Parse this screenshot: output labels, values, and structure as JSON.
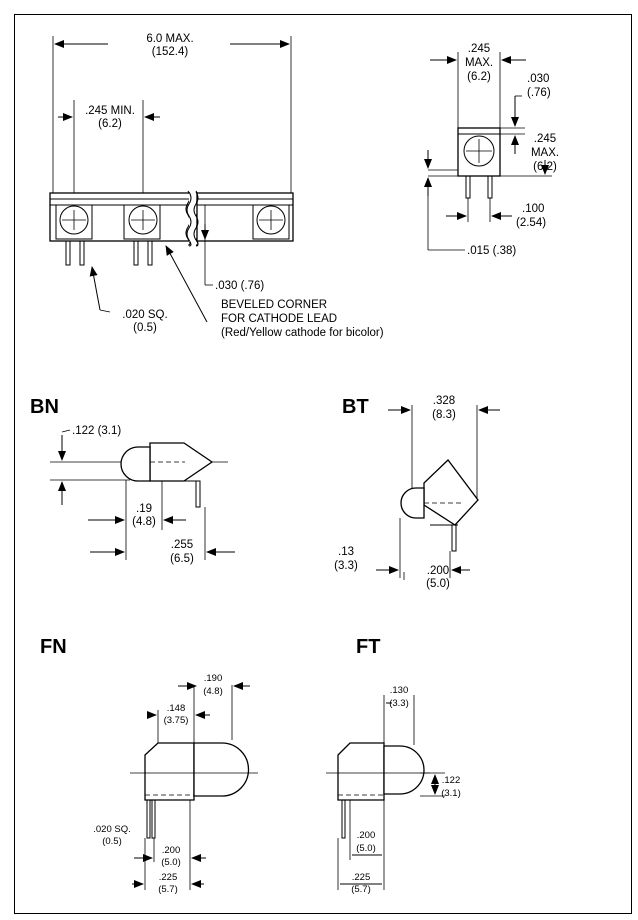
{
  "top_view": {
    "max_length": "6.0 MAX.",
    "max_length_mm": "(152.4)",
    "min_spacing": ".245 MIN.",
    "min_spacing_mm": "(6.2)",
    "gap": ".030 (.76)",
    "lead_size": ".020 SQ.",
    "lead_size_mm": "(0.5)",
    "note_line1": "BEVELED CORNER",
    "note_line2": "FOR CATHODE LEAD",
    "note_line3": "(Red/Yellow cathode for bicolor)"
  },
  "end_view": {
    "width": ".245",
    "width_max": "MAX.",
    "width_mm": "(6.2)",
    "offset": ".030",
    "offset_mm": "(.76)",
    "height": ".245",
    "height_max": "MAX.",
    "height_mm": "(6.2)",
    "pitch": ".100",
    "pitch_mm": "(2.54)",
    "lead_gap": ".015 (.38)"
  },
  "bn": {
    "label": "BN",
    "dia": ".122 (3.1)",
    "dim1": ".19",
    "dim1_mm": "(4.8)",
    "dim2": ".255",
    "dim2_mm": "(6.5)"
  },
  "bt": {
    "label": "BT",
    "dim1": ".328",
    "dim1_mm": "(8.3)",
    "dim2": ".13",
    "dim2_mm": "(3.3)",
    "dim3": ".200",
    "dim3_mm": "(5.0)"
  },
  "fn": {
    "label": "FN",
    "dim1": ".190",
    "dim1_mm": "(4.8)",
    "dim2": ".148",
    "dim2_mm": "(3.75)",
    "lead": ".020 SQ.",
    "lead_mm": "(0.5)",
    "dim3": ".200",
    "dim3_mm": "(5.0)",
    "dim4": ".225",
    "dim4_mm": "(5.7)"
  },
  "ft": {
    "label": "FT",
    "dim1": ".130",
    "dim1_mm": "(3.3)",
    "dim2": ".122",
    "dim2_mm": "(3.1)",
    "dim3": ".200",
    "dim3_mm": "(5.0)",
    "dim4": ".225",
    "dim4_mm": "(5.7)"
  }
}
